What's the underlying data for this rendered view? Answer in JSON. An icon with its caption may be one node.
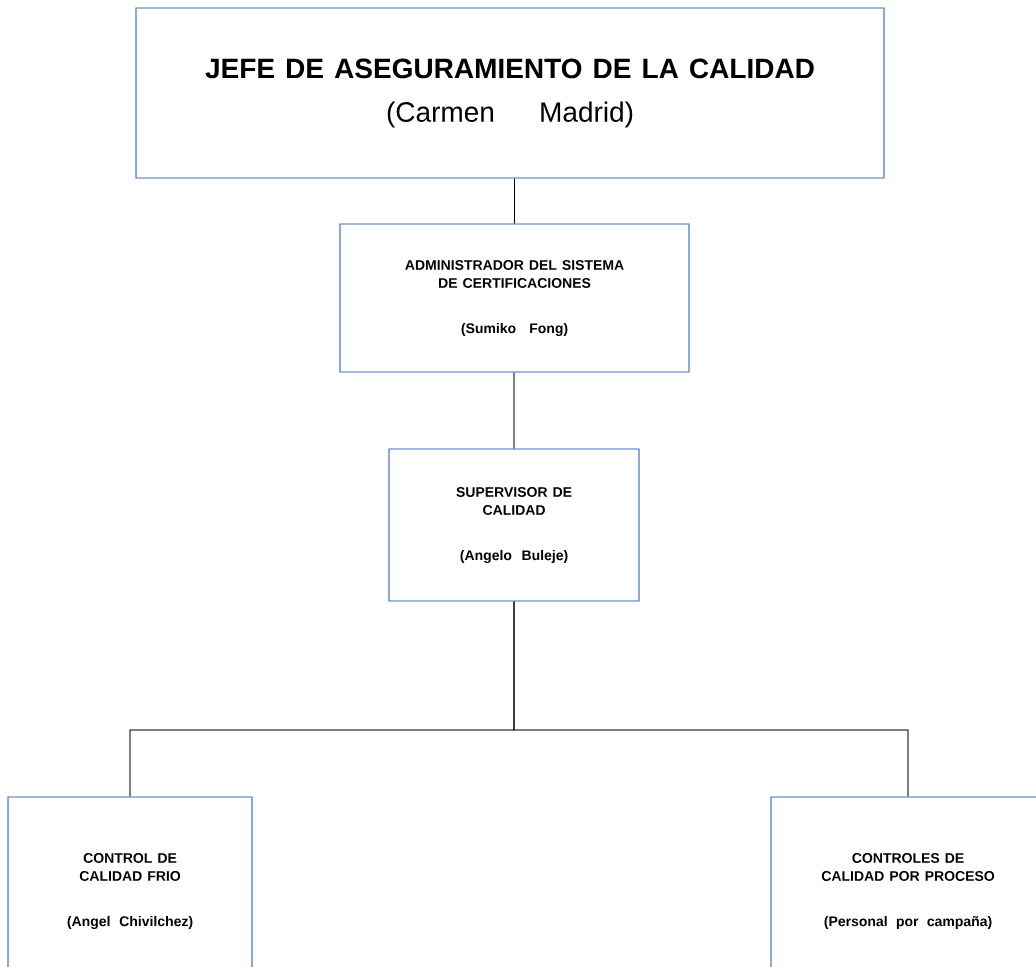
{
  "diagram": {
    "nodes": [
      {
        "text": [
          "JEFE DE ASEGURAMIENTO DE LA CALIDAD",
          "(Carmen Madrid)"
        ]
      },
      {
        "text": [
          "ADMINISTRADOR DEL SISTEMA DE CERTIFICACIONES",
          "(Sumiko Fong)"
        ]
      },
      {
        "text": [
          "SUPERVISOR DE CALIDAD",
          "(Angelo Buleje)"
        ]
      },
      {
        "text": [
          "CONTROL DE CALIDAD FRIO",
          "(Angel Chivilchez)"
        ]
      },
      {
        "text": [
          "CONTROLES DE CALIDAD POR PROCESO",
          "(Personal por campaña)"
        ]
      }
    ],
    "edges": [
      {
        "from": 0,
        "to": 1,
        "arrow": "none"
      },
      {
        "from": 1,
        "to": 2,
        "arrow": "none"
      },
      {
        "from": 2,
        "to": 3,
        "arrow": "none"
      },
      {
        "from": 2,
        "to": 4,
        "arrow": "none"
      }
    ]
  }
}
